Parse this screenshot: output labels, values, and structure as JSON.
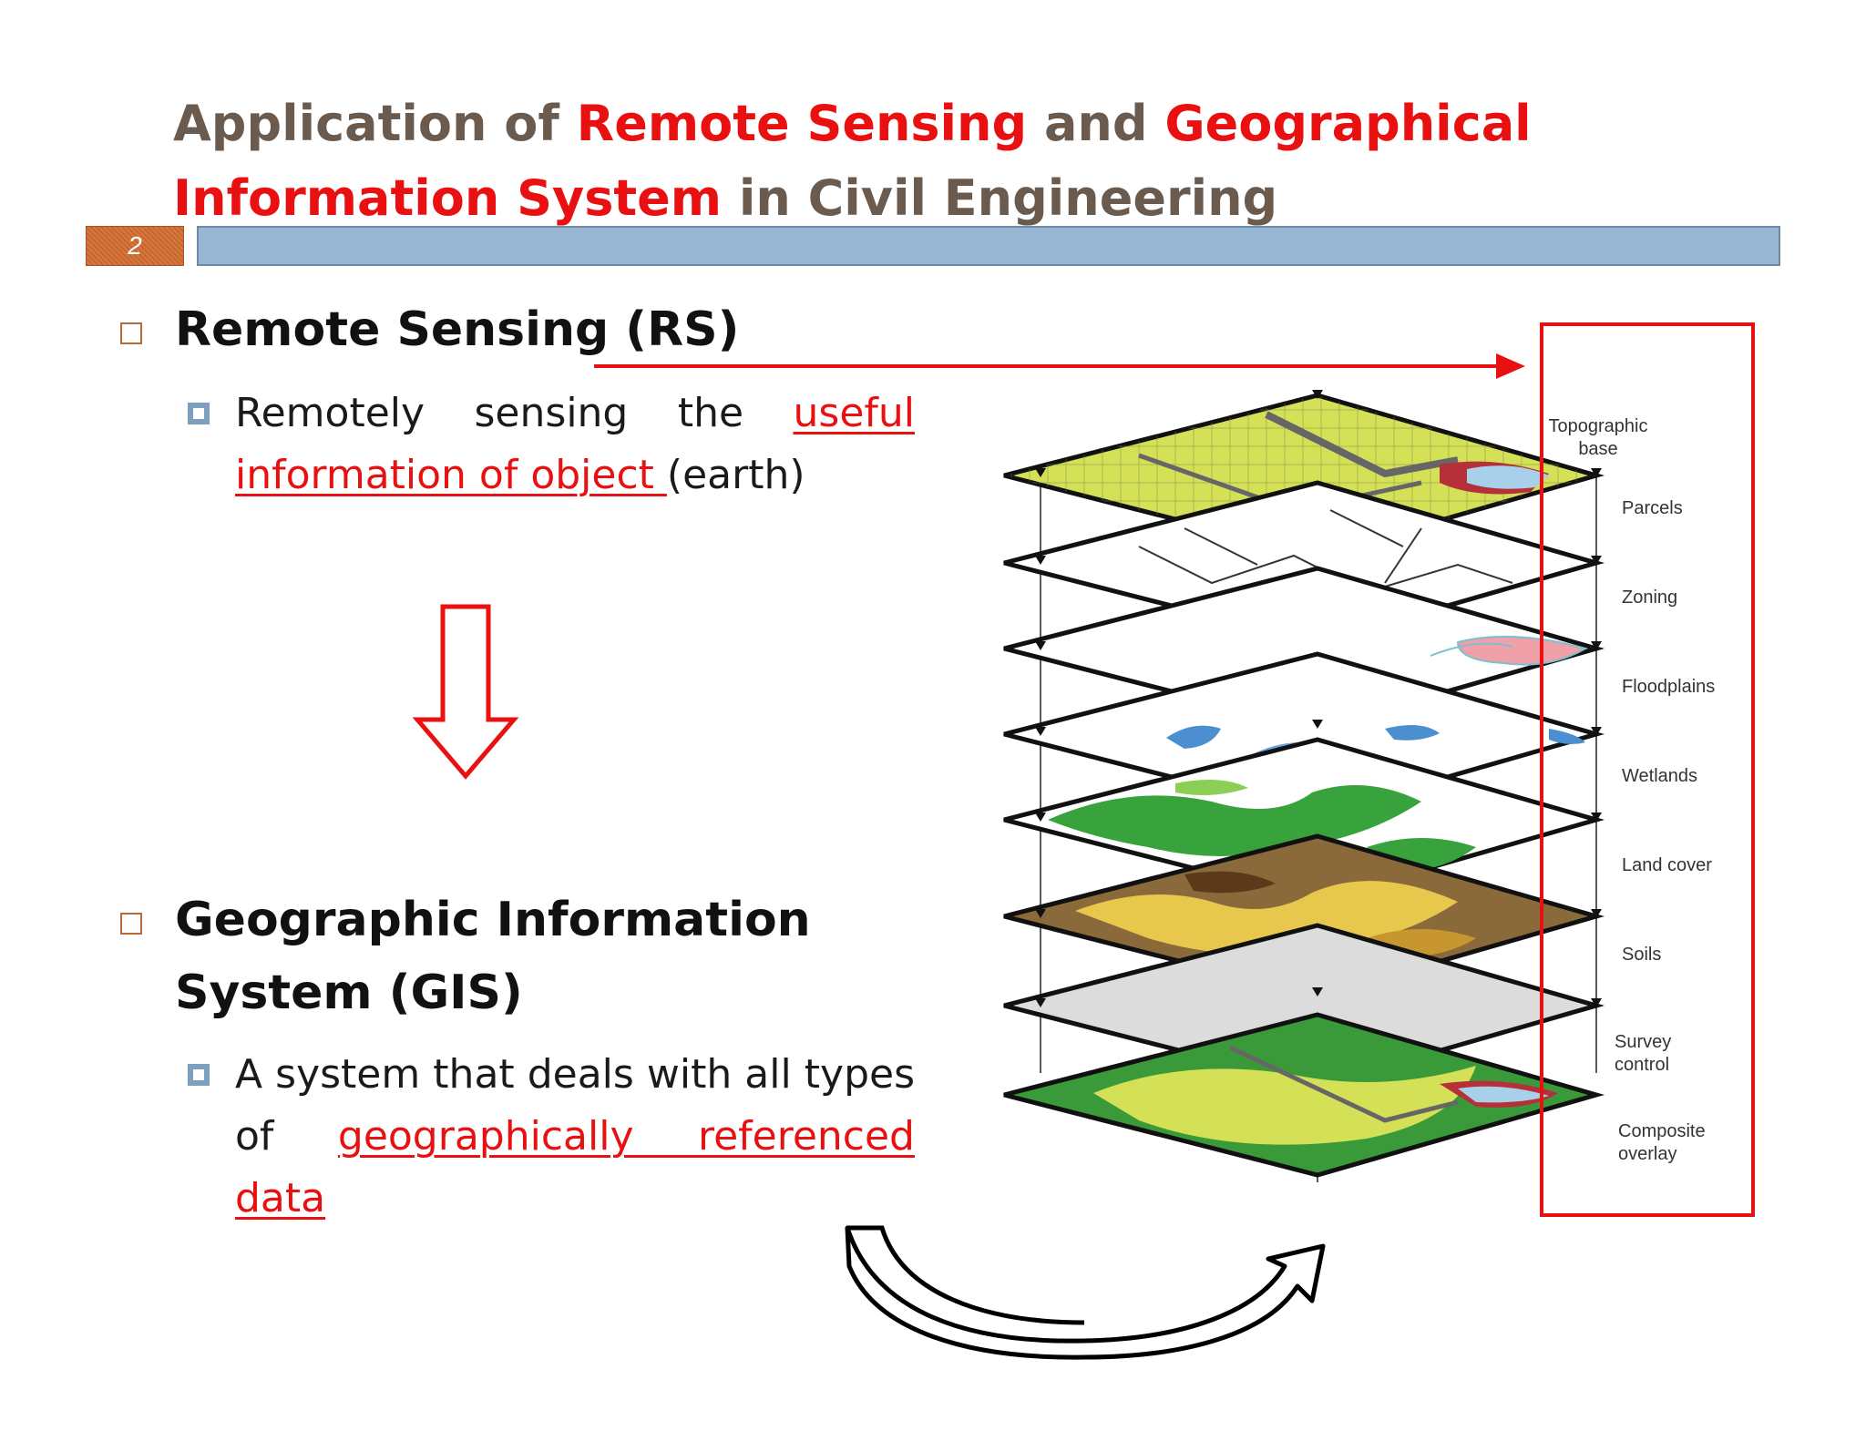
{
  "slide": {
    "page_number": "2",
    "title": {
      "part1": "Application of ",
      "part2": "Remote Sensing",
      "part3": " and ",
      "part4": "Geographical",
      "part5": "Information System",
      "part6": " in Civil Engineering"
    }
  },
  "rs": {
    "heading": "Remote Sensing (RS)",
    "text_part1": "Remotely sensing the ",
    "text_part2": "useful information of object ",
    "text_part3": "(earth)"
  },
  "gis": {
    "heading_line1": "Geographic Information",
    "heading_line2": "System (GIS)",
    "text_part1": "A system that deals with all types of ",
    "text_part2": "geographically referenced data"
  },
  "layers": [
    "Topographic base",
    "Parcels",
    "Zoning",
    "Floodplains",
    "Wetlands",
    "Land cover",
    "Soils",
    "Survey control",
    "Composite overlay"
  ],
  "colors": {
    "accent_red": "#e81010",
    "title_brown": "#6b5b4f",
    "bar_blue": "#96b6d2",
    "number_box": "#c8652c"
  }
}
